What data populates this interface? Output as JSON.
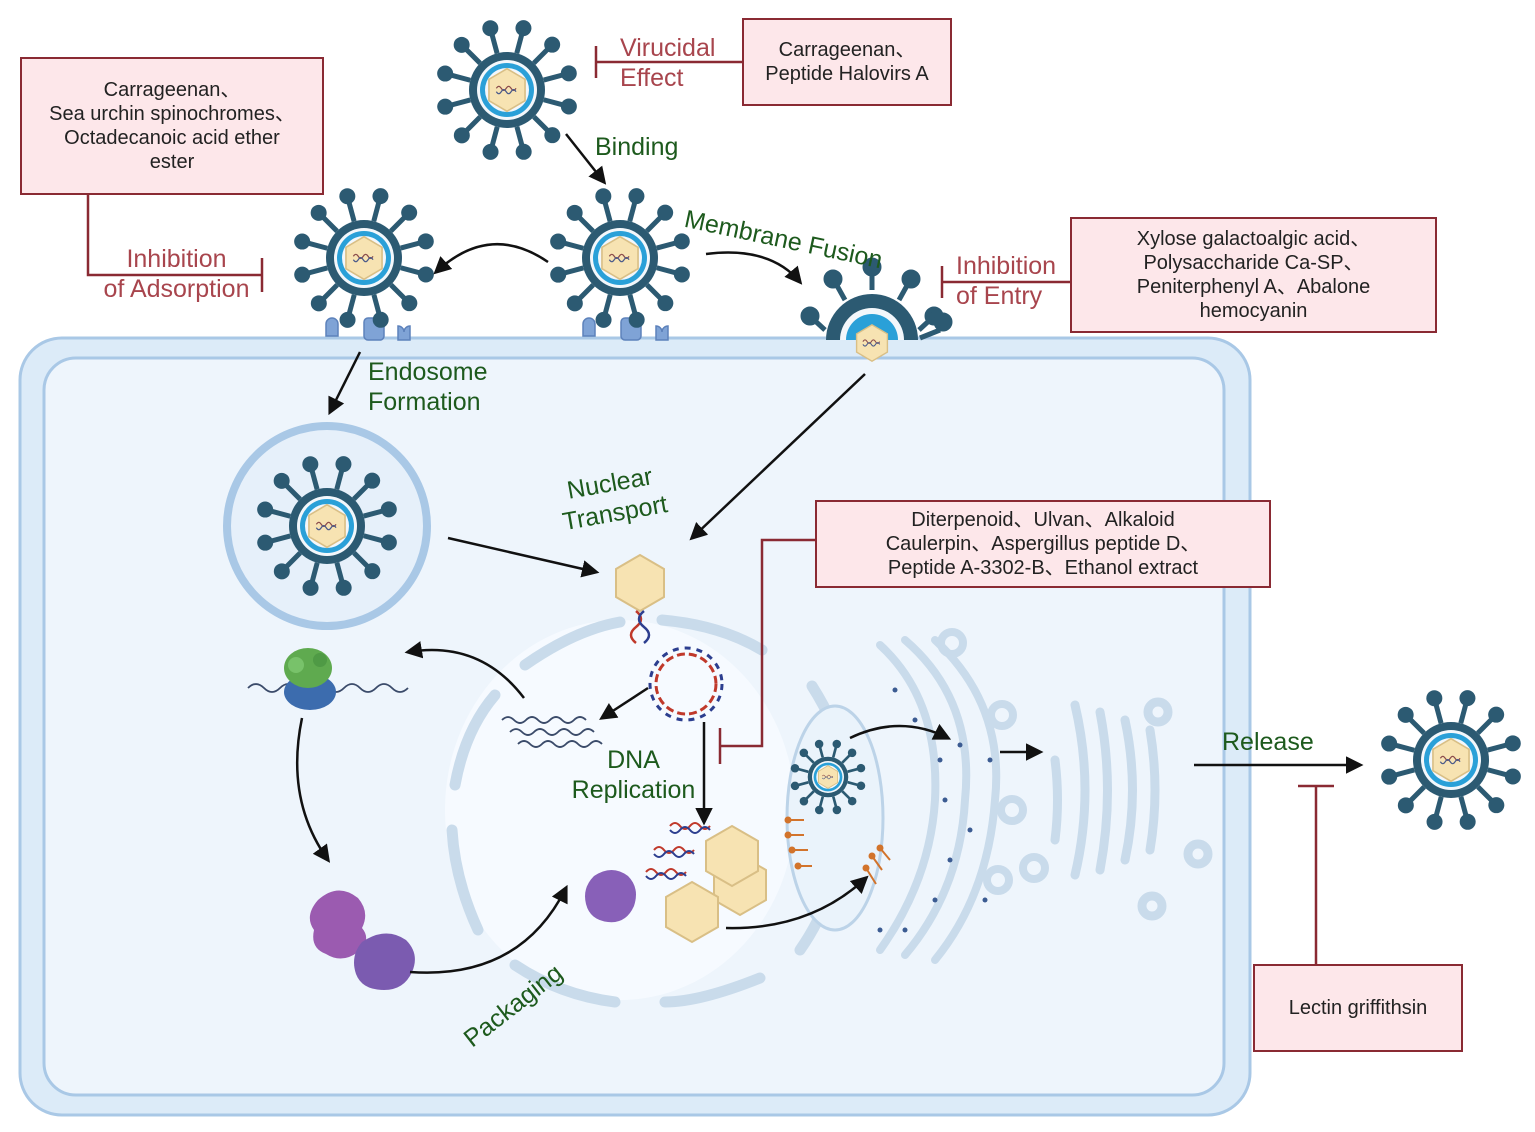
{
  "drug_boxes": {
    "virucidal": [
      "Carrageenan、",
      "Peptide Halovirs A"
    ],
    "adsorption": [
      "Carrageenan、",
      "Sea urchin spinochromes、",
      "Octadecanoic acid ether",
      "ester"
    ],
    "entry": [
      "Xylose galactoalgic acid、",
      "Polysaccharide Ca-SP、",
      "Peniterphenyl A、Abalone",
      "hemocyanin"
    ],
    "replication": [
      "Diterpenoid、Ulvan、Alkaloid",
      "Caulerpin、Aspergillus peptide D、",
      "Peptide A-3302-B、Ethanol extract"
    ],
    "release": [
      "Lectin griffithsin"
    ]
  },
  "inhibition_labels": {
    "virucidal": [
      "Virucidal",
      "Effect"
    ],
    "adsorption": [
      "Inhibition",
      "of Adsorption"
    ],
    "entry": [
      "Inhibition",
      "of Entry"
    ]
  },
  "step_labels": {
    "binding": "Binding",
    "membrane_fusion": "Membrane Fusion",
    "endosome": [
      "Endosome",
      "Formation"
    ],
    "nuclear_transport": [
      "Nuclear",
      "Transport"
    ],
    "dna_replication": [
      "DNA",
      "Replication"
    ],
    "packaging": "Packaging",
    "release": "Release"
  },
  "colors": {
    "virus": "#2c5a72",
    "capsid": "#f7e3b2",
    "inhibit": "#8a2a33",
    "box_fill": "#fde7ea",
    "step_text": "#1d5a1d",
    "inhibit_text": "#a8454d",
    "cell_fill": "#eaf3fb",
    "cell_border": "#a9c8e6"
  }
}
